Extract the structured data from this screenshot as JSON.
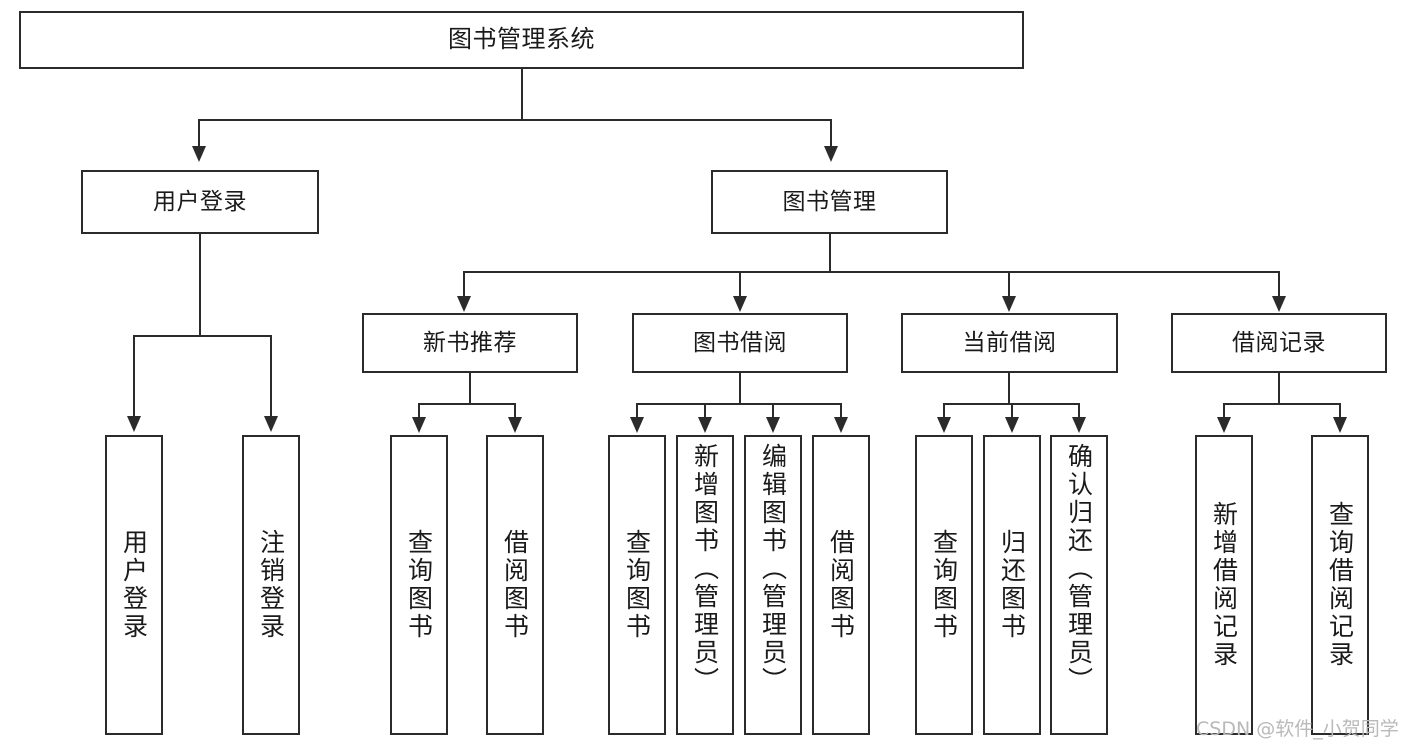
{
  "diagram": {
    "type": "tree-hierarchy",
    "title": "图书管理系统",
    "root": {
      "id": "root",
      "label": "图书管理系统"
    },
    "level1": [
      {
        "id": "user-login",
        "label": "用户登录"
      },
      {
        "id": "book-manage",
        "label": "图书管理"
      }
    ],
    "level2": [
      {
        "id": "new-book-recommend",
        "label": "新书推荐",
        "parent": "book-manage"
      },
      {
        "id": "book-borrow",
        "label": "图书借阅",
        "parent": "book-manage"
      },
      {
        "id": "current-borrow",
        "label": "当前借阅",
        "parent": "book-manage"
      },
      {
        "id": "borrow-record",
        "label": "借阅记录",
        "parent": "book-manage"
      }
    ],
    "leaves": {
      "user-login": [
        {
          "id": "leaf-user-login",
          "label": "用户登录"
        },
        {
          "id": "leaf-logout",
          "label": "注销登录"
        }
      ],
      "new-book-recommend": [
        {
          "id": "leaf-query-book-1",
          "label": "查询图书"
        },
        {
          "id": "leaf-borrow-book-1",
          "label": "借阅图书"
        }
      ],
      "book-borrow": [
        {
          "id": "leaf-query-book-2",
          "label": "查询图书"
        },
        {
          "id": "leaf-add-book",
          "label": "新增图书（管理员）"
        },
        {
          "id": "leaf-edit-book",
          "label": "编辑图书（管理员）"
        },
        {
          "id": "leaf-borrow-book-2",
          "label": "借阅图书"
        }
      ],
      "current-borrow": [
        {
          "id": "leaf-query-book-3",
          "label": "查询图书"
        },
        {
          "id": "leaf-return-book",
          "label": "归还图书"
        },
        {
          "id": "leaf-confirm-return",
          "label": "确认归还（管理员）"
        }
      ],
      "borrow-record": [
        {
          "id": "leaf-add-record",
          "label": "新增借阅记录"
        },
        {
          "id": "leaf-query-record",
          "label": "查询借阅记录"
        }
      ]
    }
  },
  "watermark": {
    "text": "CSDN @软件_小贺同学"
  },
  "colors": {
    "stroke": "#2b2b2b",
    "fill": "#ffffff",
    "text": "#1a1a1a",
    "watermark": "#b9b9b9",
    "background": "#ffffff"
  }
}
